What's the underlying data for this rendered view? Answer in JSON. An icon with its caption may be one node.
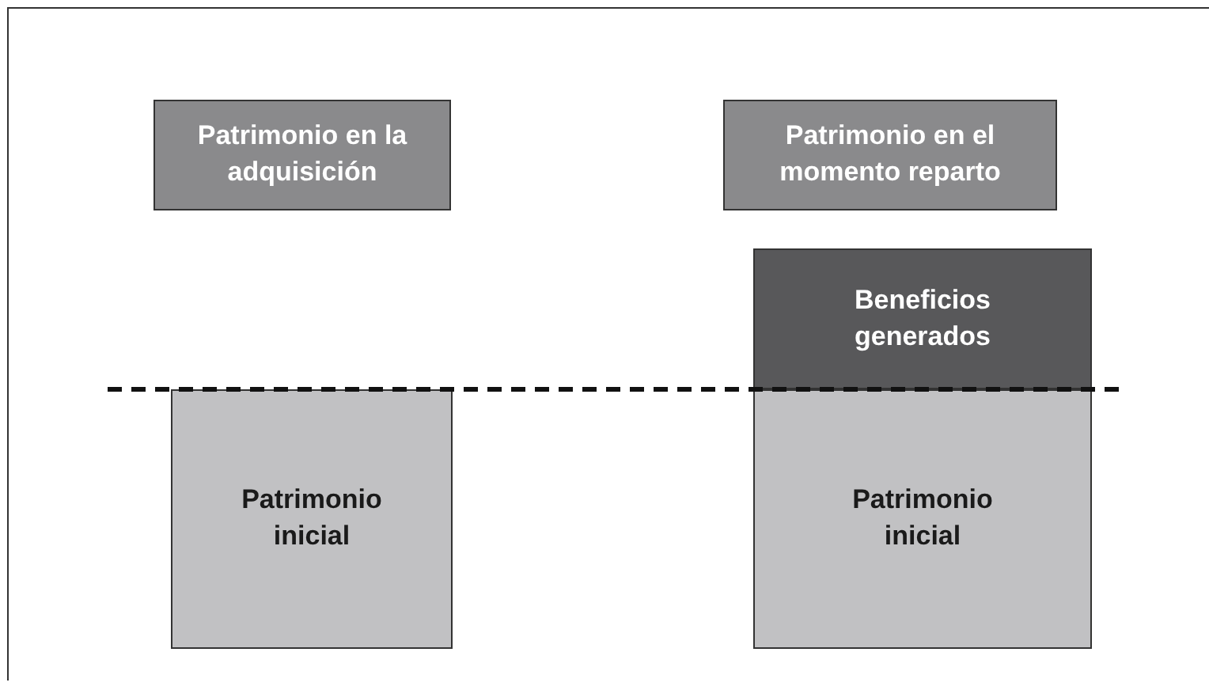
{
  "diagram": {
    "nodes": [
      {
        "text": [
          "Patrimonio en la adquisición"
        ]
      },
      {
        "text": [
          "Patrimonio en el momento reparto"
        ]
      },
      {
        "text": [
          "Beneficios generados"
        ]
      },
      {
        "text": [
          "Patrimonio inicial"
        ]
      },
      {
        "text": [
          "Patrimonio inicial"
        ]
      }
    ]
  }
}
